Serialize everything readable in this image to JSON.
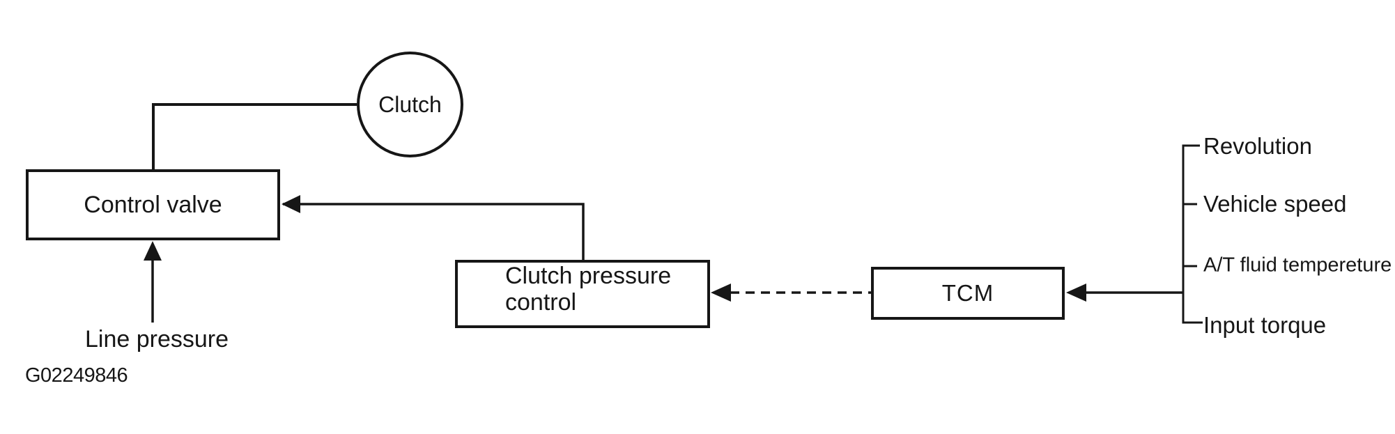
{
  "figure": {
    "id_label": "G02249846",
    "background": "#ffffff",
    "ink_color": "#161616"
  },
  "nodes": {
    "clutch": {
      "label": "Clutch",
      "shape": "circle"
    },
    "control_valve": {
      "label": "Control valve",
      "shape": "rect"
    },
    "clutch_pressure_control": {
      "lines": [
        "Clutch pressure",
        "control"
      ],
      "shape": "rect"
    },
    "tcm": {
      "label": "TCM",
      "shape": "rect"
    }
  },
  "annotations": {
    "line_pressure": "Line pressure"
  },
  "inputs": {
    "items": [
      {
        "label": "Revolution"
      },
      {
        "label": "Vehicle speed"
      },
      {
        "label": "A/T fluid tempereture"
      },
      {
        "label": "Input torque"
      }
    ]
  },
  "connections": [
    {
      "from": "control_valve",
      "to": "clutch",
      "style": "solid",
      "arrowhead": "none"
    },
    {
      "from": "clutch_pressure_control",
      "to": "control_valve",
      "style": "solid",
      "arrowhead": "at-control-valve"
    },
    {
      "from": "tcm",
      "to": "clutch_pressure_control",
      "style": "dashed",
      "arrowhead": "at-clutch-pressure-control"
    },
    {
      "from": "inputs_bracket",
      "to": "tcm",
      "style": "solid",
      "arrowhead": "at-tcm"
    },
    {
      "from": "line_pressure",
      "to": "control_valve",
      "style": "solid",
      "arrowhead": "at-control-valve-bottom"
    }
  ]
}
